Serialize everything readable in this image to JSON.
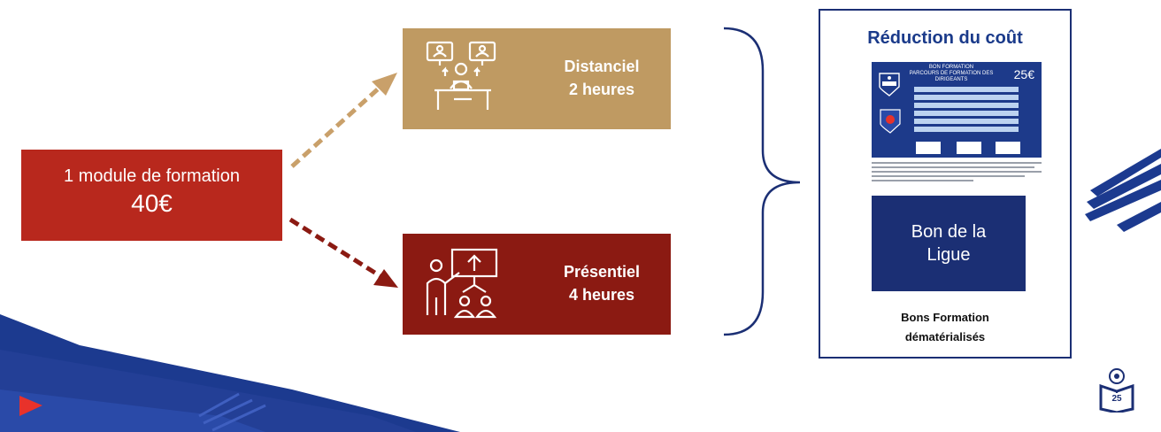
{
  "colors": {
    "module_red": "#b8281d",
    "distanciel_gold": "#bf9a62",
    "presentiel_maroon": "#8b1a12",
    "navy": "#1b2f74",
    "title_blue": "#1a3a8a"
  },
  "module": {
    "label": "1 module de formation",
    "price": "40€"
  },
  "distanciel": {
    "icon": "remote-training-icon",
    "line1": "Distanciel",
    "line2": "2 heures"
  },
  "presentiel": {
    "icon": "classroom-presentation-icon",
    "line1": "Présentiel",
    "line2": "4 heures"
  },
  "cost_panel": {
    "title": "Réduction du coût",
    "voucher": {
      "title_line1": "BON FORMATION",
      "title_line2": "PARCOURS DE FORMATION DES",
      "title_line3": "DIRIGEANTS",
      "price": "25€"
    },
    "bon_ligue_line1": "Bon de la",
    "bon_ligue_line2": "Ligue",
    "bons_line1": "Bons Formation",
    "bons_line2": "dématérialisés"
  },
  "page_number": "25"
}
